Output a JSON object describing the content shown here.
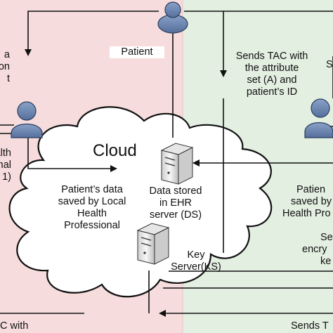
{
  "cloud": {
    "title": "Cloud"
  },
  "patient": {
    "label": "Patient"
  },
  "left_edge": {
    "line1": "a",
    "line2": "ction",
    "line3": "t",
    "lhp_line1": "alth",
    "lhp_line2": "ional",
    "lhp_line3": "1)",
    "bottom": "C with"
  },
  "right_edge": {
    "top": "S",
    "saved_line1": "Patien",
    "saved_line2": "saved by",
    "saved_line3": "Health Pro",
    "enc_line1": "Se",
    "enc_line2": "encry",
    "enc_line3": "ke",
    "bottom": "Sends T"
  },
  "sends_tac": {
    "line1": "Sends TAC with",
    "line2": "the attribute",
    "line3": "set (A) and",
    "line4": "patient’s ID"
  },
  "patient_data_saved": {
    "line1": "Patient’s data",
    "line2": "saved by Local",
    "line3": "Health",
    "line4": "Professional"
  },
  "data_server": {
    "line1": "Data stored",
    "line2": "in EHR",
    "line3": "server (DS)"
  },
  "key_server": {
    "line1": "Key",
    "line2": "Server(KS)"
  },
  "colors": {
    "left_region": "#f6dcdc",
    "right_region": "#e3efe1",
    "person": "#6d88b3",
    "server": "#eeeeee"
  }
}
